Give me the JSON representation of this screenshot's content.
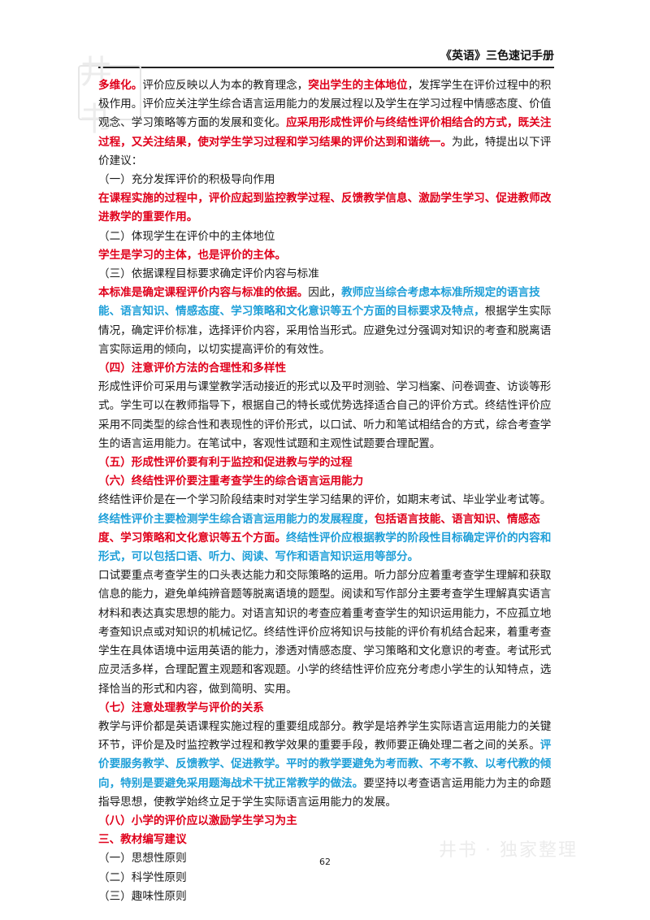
{
  "header": "《英语》三色速记手册",
  "logo_text": "井书",
  "watermark": "井书 · 独家整理",
  "page_number": "62",
  "paragraphs": [
    [
      {
        "t": "多维化。",
        "c": "red"
      },
      {
        "t": "评价应反映以人为本的教育理念，",
        "c": ""
      },
      {
        "t": "突出学生的主体地位",
        "c": "red"
      },
      {
        "t": "，发挥学生在评价过程中的积极作用。评价应关注学生综合语言运用能力的发展过程以及学生在学习过程中情感态度、价值观念、学习策略等方面的发展和变化。",
        "c": ""
      },
      {
        "t": "应采用形成性评价与终结性评价相结合的方式，既关注过程，又关注结果，使对学生学习过程和学习结果的评价达到和谐统一。",
        "c": "red"
      },
      {
        "t": "为此，特提出以下评价建议：",
        "c": ""
      }
    ],
    [
      {
        "t": "（一）充分发挥评价的积极导向作用",
        "c": "sub"
      }
    ],
    [
      {
        "t": "在课程实施的过程中，评价应起到监控教学过程、反馈教学信息、激励学生学习、促进教师改进教学的重要作用。",
        "c": "red"
      }
    ],
    [
      {
        "t": "（二）体现学生在评价中的主体地位",
        "c": "sub"
      }
    ],
    [
      {
        "t": "学生是学习的主体，也是评价的主体。",
        "c": "red"
      }
    ],
    [
      {
        "t": "（三）依据课程目标要求确定评价内容与标准",
        "c": "sub"
      }
    ],
    [
      {
        "t": "本标准是确定课程评价内容与标准的依据。",
        "c": "red"
      },
      {
        "t": "因此，",
        "c": ""
      },
      {
        "t": "教师应当综合考虑本标准所规定的语言技能、语言知识、情感态度、学习策略和文化意识等五个方面的目标要求及特点，",
        "c": "blue"
      },
      {
        "t": "根据学生实际情况，确定评价标准，选择评价内容，采用恰当形式。应避免过分强调对知识的考查和脱离语言实际运用的倾向，以切实提高评价的有效性。",
        "c": ""
      }
    ],
    [
      {
        "t": "（四）注意评价方法的合理性和多样性",
        "c": "red"
      }
    ],
    [
      {
        "t": "形成性评价可采用与课堂教学活动接近的形式以及平时测验、学习档案、问卷调查、访谈等形式。学生可以在教师指导下，根据自己的特长或优势选择适合自己的评价方式。终结性评价应采用不同类型的综合性和表现性的评价形式，以口试、听力和笔试相结合的方式，综合考查学生的语言运用能力。在笔试中，客观性试题和主观性试题要合理配置。",
        "c": ""
      }
    ],
    [
      {
        "t": "（五）形成性评价要有利于监控和促进教与学的过程",
        "c": "red"
      }
    ],
    [
      {
        "t": "（六）终结性评价要注重考查学生的综合语言运用能力",
        "c": "red"
      }
    ],
    [
      {
        "t": "终结性评价是在一个学习阶段结束时对学生学习结果的评价，如期末考试、毕业学业考试等。",
        "c": ""
      },
      {
        "t": "终结性评价主要检测学生综合语言运用能力的发展程度，",
        "c": "blue"
      },
      {
        "t": "包括语言技能、语言知识、情感态度、学习策略和文化意识等五个方面。",
        "c": "red"
      },
      {
        "t": "终结性评价应根据教学的阶段性目标确定评价的内容和形式，可以包括口语、听力、阅读、写作和语言知识运用等部分。",
        "c": "blue"
      }
    ],
    [
      {
        "t": "口试要重点考查学生的口头表达能力和交际策略的运用。听力部分应着重考查学生理解和获取信息的能力，避免单纯辨音题等脱离语境的题型。阅读和写作部分主要考查学生理解真实语言材料和表达真实思想的能力。对语言知识的考查应着重考查学生的知识运用能力，不应孤立地考查知识点或对知识的机械记忆。终结性评价应将知识与技能的评价有机结合起来，着重考查学生在具体语境中运用英语的能力，渗透对情感态度、学习策略和文化意识的考查。考试形式应灵活多样，合理配置主观题和客观题。小学的终结性评价应充分考虑小学生的认知特点，选择恰当的形式和内容，做到简明、实用。",
        "c": ""
      }
    ],
    [
      {
        "t": "（七）注意处理教学与评价的关系",
        "c": "red"
      }
    ],
    [
      {
        "t": "教学与评价都是英语课程实施过程的重要组成部分。教学是培养学生实际语言运用能力的关键环节，评价是及时监控教学过程和教学效果的重要手段，教师要正确处理二者之间的关系。",
        "c": ""
      },
      {
        "t": "评价要服务教学、反馈教学、促进教学。平时的教学要避免为考而教、不考不教、以考代教的倾向，特别是要避免采用题海战术干扰正常教学的做法。",
        "c": "blue"
      },
      {
        "t": "要坚持以考查语言运用能力为主的命题指导思想，使教学始终立足于学生实际语言运用能力的发展。",
        "c": ""
      }
    ],
    [
      {
        "t": "（八）小学的评价应以激励学生学习为主",
        "c": "red"
      }
    ],
    [
      {
        "t": "三、教材编写建议",
        "c": "red"
      }
    ],
    [
      {
        "t": "（一）思想性原则",
        "c": "sub"
      }
    ],
    [
      {
        "t": "（二）科学性原则",
        "c": "sub"
      }
    ],
    [
      {
        "t": "（三）趣味性原则",
        "c": "sub"
      }
    ]
  ]
}
